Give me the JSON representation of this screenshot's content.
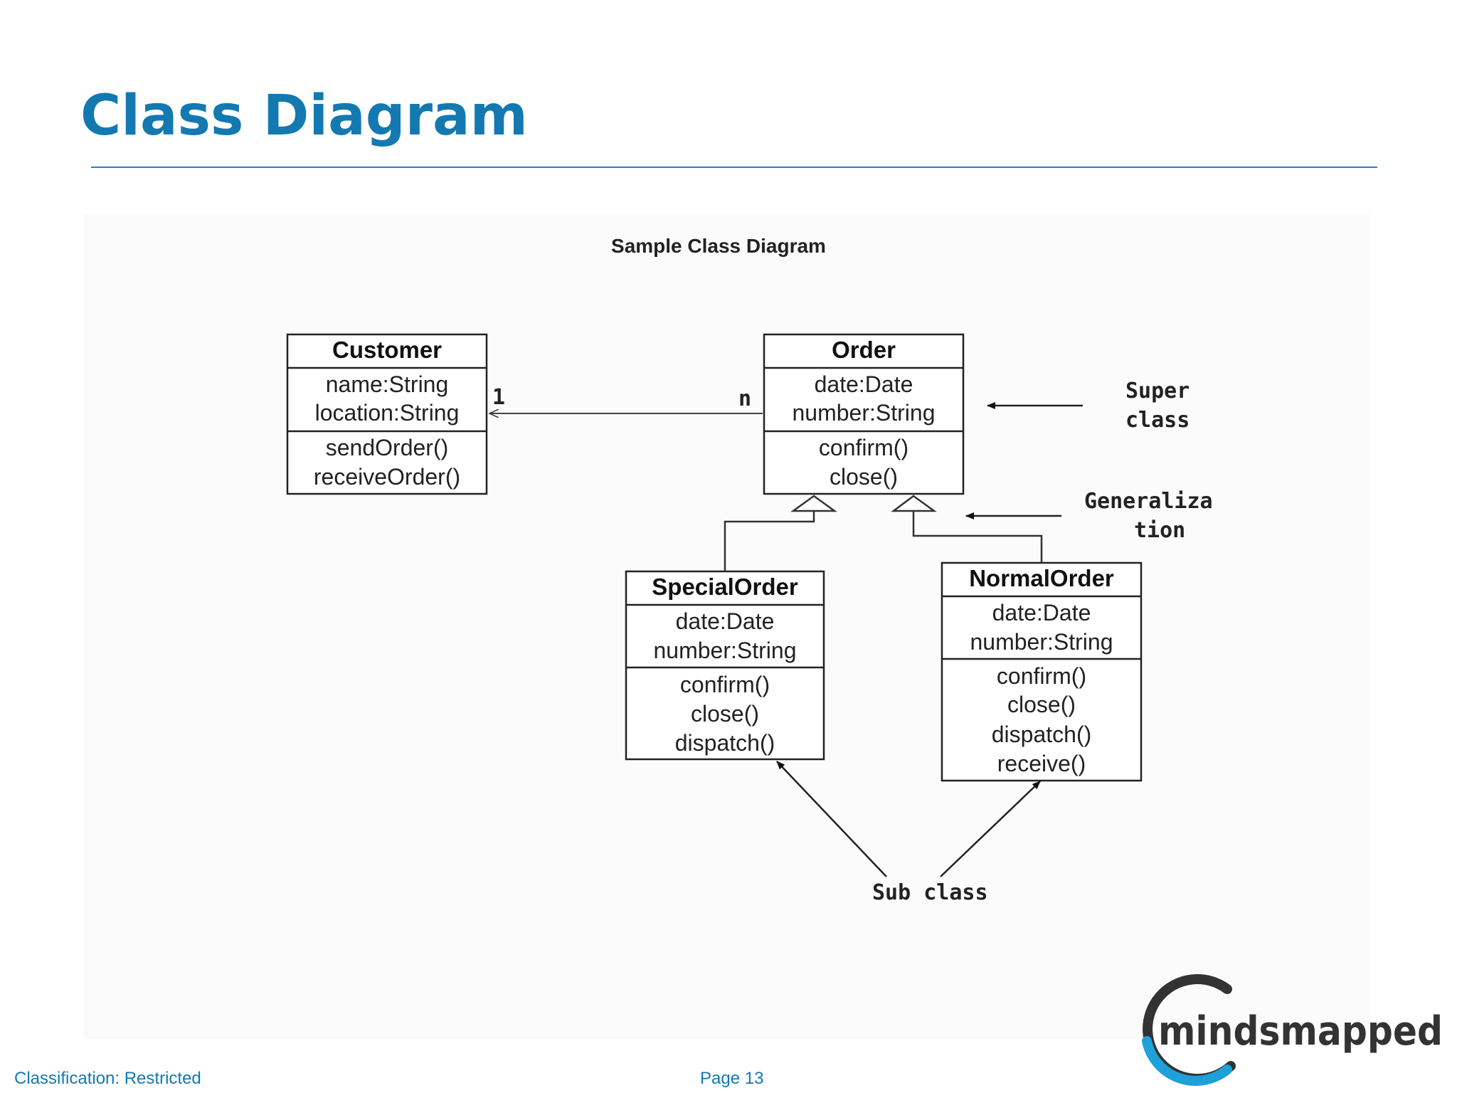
{
  "slide": {
    "title": "Class Diagram"
  },
  "diagram": {
    "caption": "Sample Class Diagram",
    "classes": {
      "customer": {
        "name": "Customer",
        "attributes": [
          "name:String",
          "location:String"
        ],
        "methods": [
          "sendOrder()",
          "receiveOrder()"
        ]
      },
      "order": {
        "name": "Order",
        "attributes": [
          "date:Date",
          "number:String"
        ],
        "methods": [
          "confirm()",
          "close()"
        ]
      },
      "special_order": {
        "name": "SpecialOrder",
        "attributes": [
          "date:Date",
          "number:String"
        ],
        "methods": [
          "confirm()",
          "close()",
          "dispatch()"
        ]
      },
      "normal_order": {
        "name": "NormalOrder",
        "attributes": [
          "date:Date",
          "number:String"
        ],
        "methods": [
          "confirm()",
          "close()",
          "dispatch()",
          "receive()"
        ]
      }
    },
    "association": {
      "customer_multiplicity": "1",
      "order_multiplicity": "n"
    },
    "annotations": {
      "super_class": [
        "Super",
        "class"
      ],
      "generalization": [
        "Generaliza",
        "tion"
      ],
      "sub_class": "Sub class"
    }
  },
  "footer": {
    "classification": "Classification: Restricted",
    "page": "Page 13"
  },
  "logo": {
    "text": "mindsmapped"
  },
  "colors": {
    "title": "#1479b0",
    "rule": "#1d84b8",
    "logo_dark": "#333333",
    "logo_blue": "#1da1d8"
  }
}
